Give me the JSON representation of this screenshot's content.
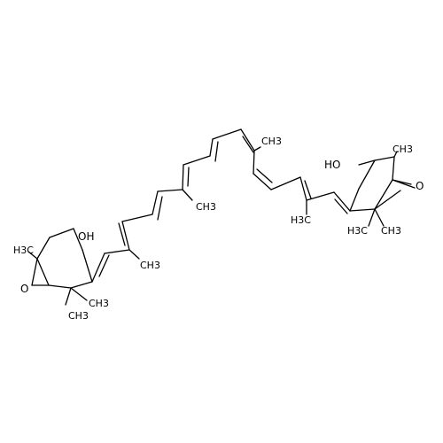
{
  "labels": {
    "oh_left": "OH",
    "oh_right": "HO",
    "ch3": "CH3",
    "h3c": "H3C",
    "o": "O"
  }
}
